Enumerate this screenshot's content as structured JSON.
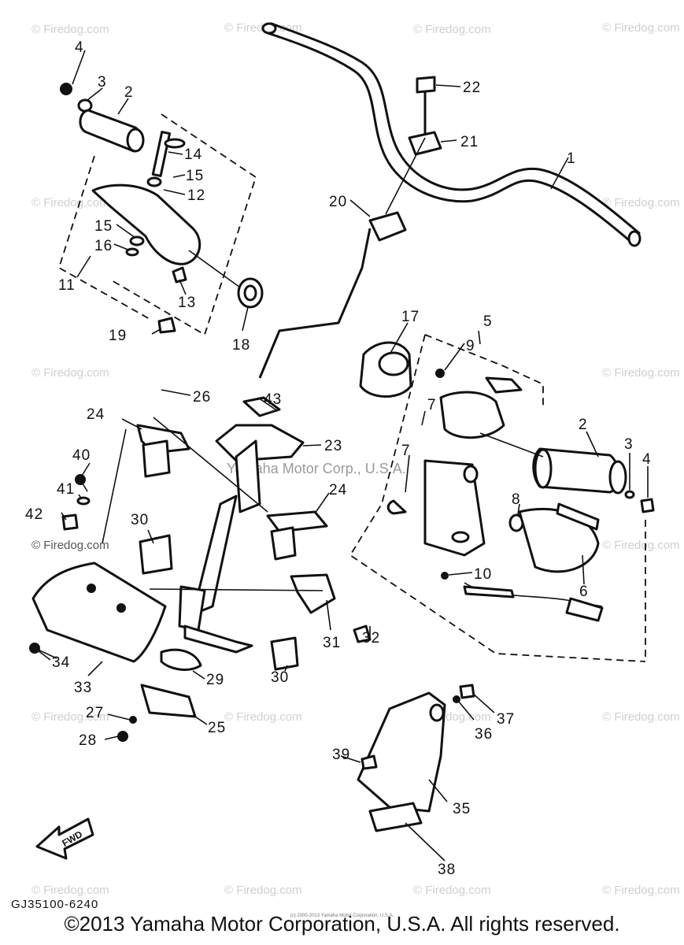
{
  "watermark": "© Firedog.com",
  "center_watermark": "Yamaha Motor Corp., U.S.A.",
  "fwd_label": "FWD",
  "diagram_code": "GJ35100-6240",
  "copyright": "©2013 Yamaha Motor Corporation, U.S.A. All rights reserved.",
  "fine_print": "(c) 2000-2013 Yamaha Motor Corporation, U.S.A.",
  "callouts": [
    "1",
    "2",
    "3",
    "4",
    "5",
    "6",
    "7",
    "8",
    "9",
    "10",
    "11",
    "12",
    "13",
    "14",
    "15",
    "16",
    "17",
    "18",
    "19",
    "20",
    "21",
    "22",
    "23",
    "24",
    "25",
    "26",
    "27",
    "28",
    "29",
    "30",
    "31",
    "32",
    "33",
    "34",
    "35",
    "36",
    "37",
    "38",
    "39",
    "40",
    "41",
    "42",
    "43"
  ],
  "callouts_extra": [
    "2",
    "3",
    "4",
    "7",
    "15",
    "24",
    "30"
  ]
}
